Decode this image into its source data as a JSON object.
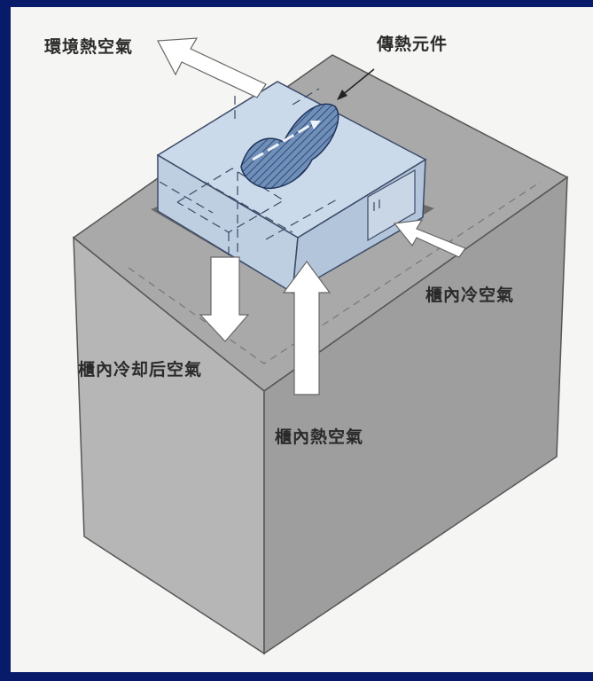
{
  "labels": {
    "ambient_hot_air": "環境熱空氣",
    "heat_transfer_element": "傳熱元件",
    "cabinet_cool_air": "櫃內冷空氣",
    "cabinet_cooled_air": "櫃內冷却后空氣",
    "cabinet_hot_air": "櫃內熱空氣"
  },
  "colors": {
    "background": "#081a6a",
    "panel": "#f5f5f3",
    "cabinet_top": "#a9a9a9",
    "cabinet_left": "#b4b4b4",
    "cabinet_right": "#9c9c9c",
    "unit_body": "#c7d6e8",
    "arrow_fill": "#ffffff"
  }
}
